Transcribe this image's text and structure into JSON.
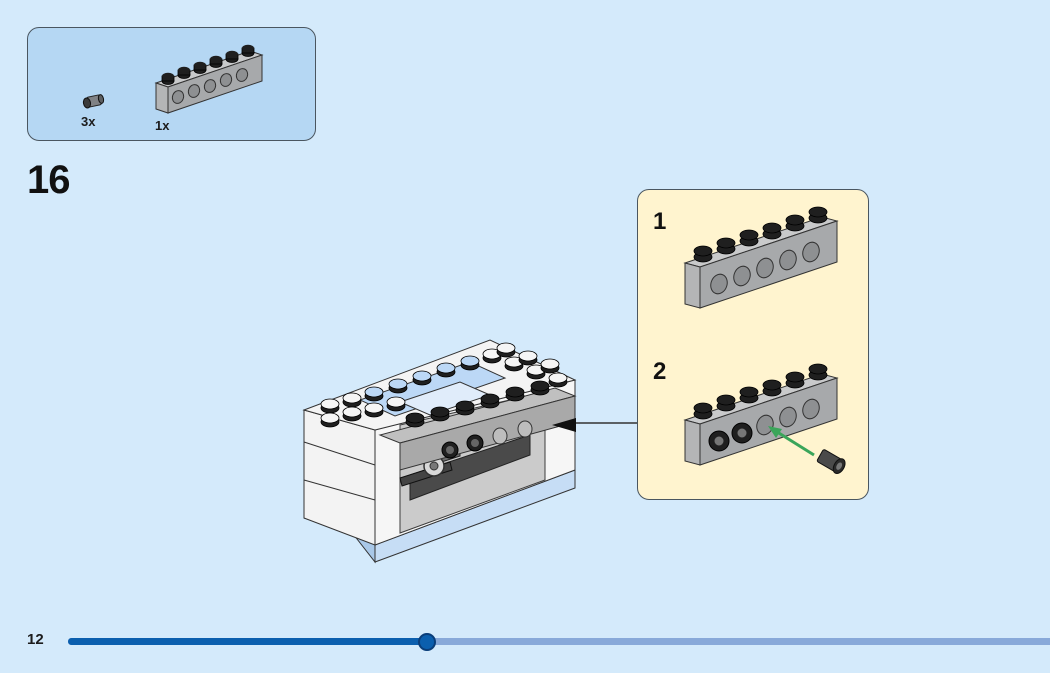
{
  "page": {
    "page_number": "12",
    "step_number": "16",
    "progress": 0.365
  },
  "parts_list": [
    {
      "part": "technic-pin-dark-gray",
      "quantity": "3x"
    },
    {
      "part": "technic-brick-1x6-light-gray",
      "quantity": "1x"
    }
  ],
  "sub_steps": [
    {
      "number": "1",
      "description": "technic-brick-1x6-light-gray"
    },
    {
      "number": "2",
      "description": "insert-pins-into-brick"
    }
  ],
  "colors": {
    "background": "#d4eafb",
    "parts_box": "#b5d7f3",
    "sub_box": "#fff4cf",
    "progress_fill": "#0b5fae",
    "progress_track": "#88a9d9",
    "arrow_green": "#3aa55a",
    "brick_gray": "#a7a9ab",
    "stud_black": "#1f1f1f"
  }
}
